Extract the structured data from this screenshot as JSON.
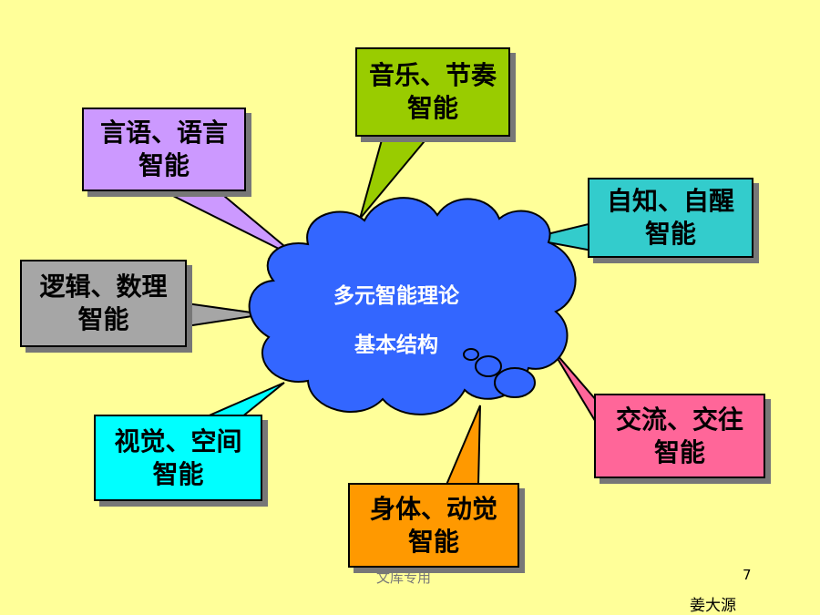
{
  "center": {
    "line1": "多元智能理论",
    "line2": "基本结构"
  },
  "boxes": {
    "music": {
      "line1": "音乐、节奏",
      "line2": "智能",
      "color": "#99CC00"
    },
    "language": {
      "line1": "言语、语言",
      "line2": "智能",
      "color": "#CC99FF"
    },
    "self": {
      "line1": "自知、自醒",
      "line2": "智能",
      "color": "#33CCCC"
    },
    "logic": {
      "line1": "逻辑、数理",
      "line2": "智能",
      "color": "#A6A6A6"
    },
    "social": {
      "line1": "交流、交往",
      "line2": "智能",
      "color": "#FF6699"
    },
    "spatial": {
      "line1": "视觉、空间",
      "line2": "智能",
      "color": "#00FFFF"
    },
    "body": {
      "line1": "身体、动觉",
      "line2": "智能",
      "color": "#FF9900"
    }
  },
  "footer": {
    "library": "文库专用",
    "page_number": "7",
    "author": "姜大源"
  },
  "colors": {
    "background": "#FFFF99",
    "cloud": "#3366FF"
  }
}
